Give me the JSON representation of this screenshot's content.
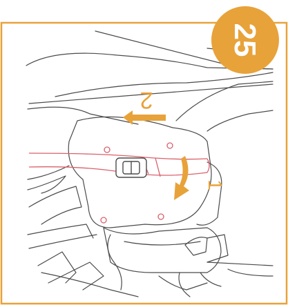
{
  "step": {
    "number": "25"
  },
  "callouts": [
    {
      "label": "1"
    },
    {
      "label": "2"
    }
  ],
  "colors": {
    "frame": "#E8A23A",
    "badge": "#E8A23A",
    "badge_text": "#FFFFFF",
    "arrow": "#E8A23A",
    "strap": "#D9606B",
    "line_art": "#4A4A4A"
  }
}
